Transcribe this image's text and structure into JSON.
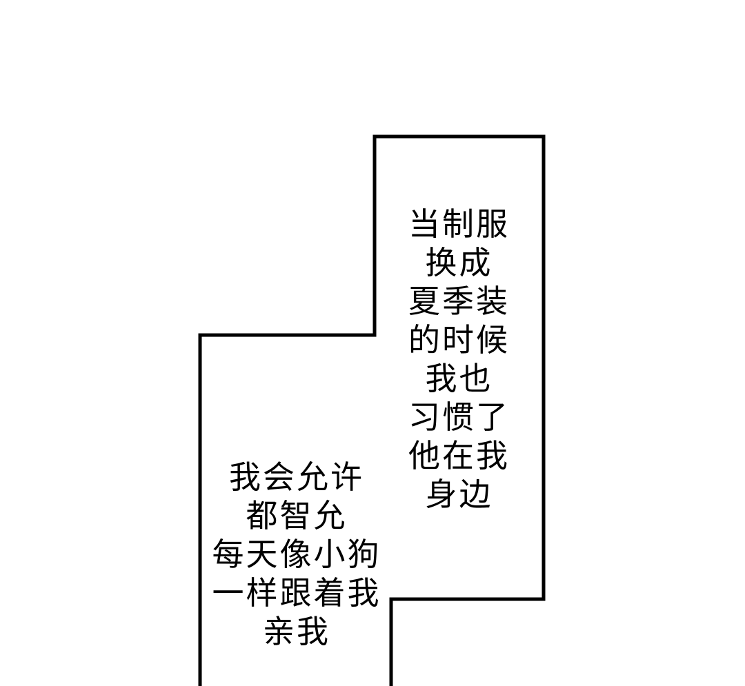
{
  "page": {
    "background_color": "#ffffff",
    "border_color": "#000000",
    "text_color": "#000000"
  },
  "captions": {
    "right": {
      "lines": [
        "当制服",
        "换成",
        "夏季装",
        "的时候",
        "我也",
        "习惯了",
        "他在我",
        "身边"
      ]
    },
    "left": {
      "lines": [
        "我会允许",
        "都智允",
        "每天像小狗",
        "一样跟着我",
        "亲我"
      ]
    }
  }
}
